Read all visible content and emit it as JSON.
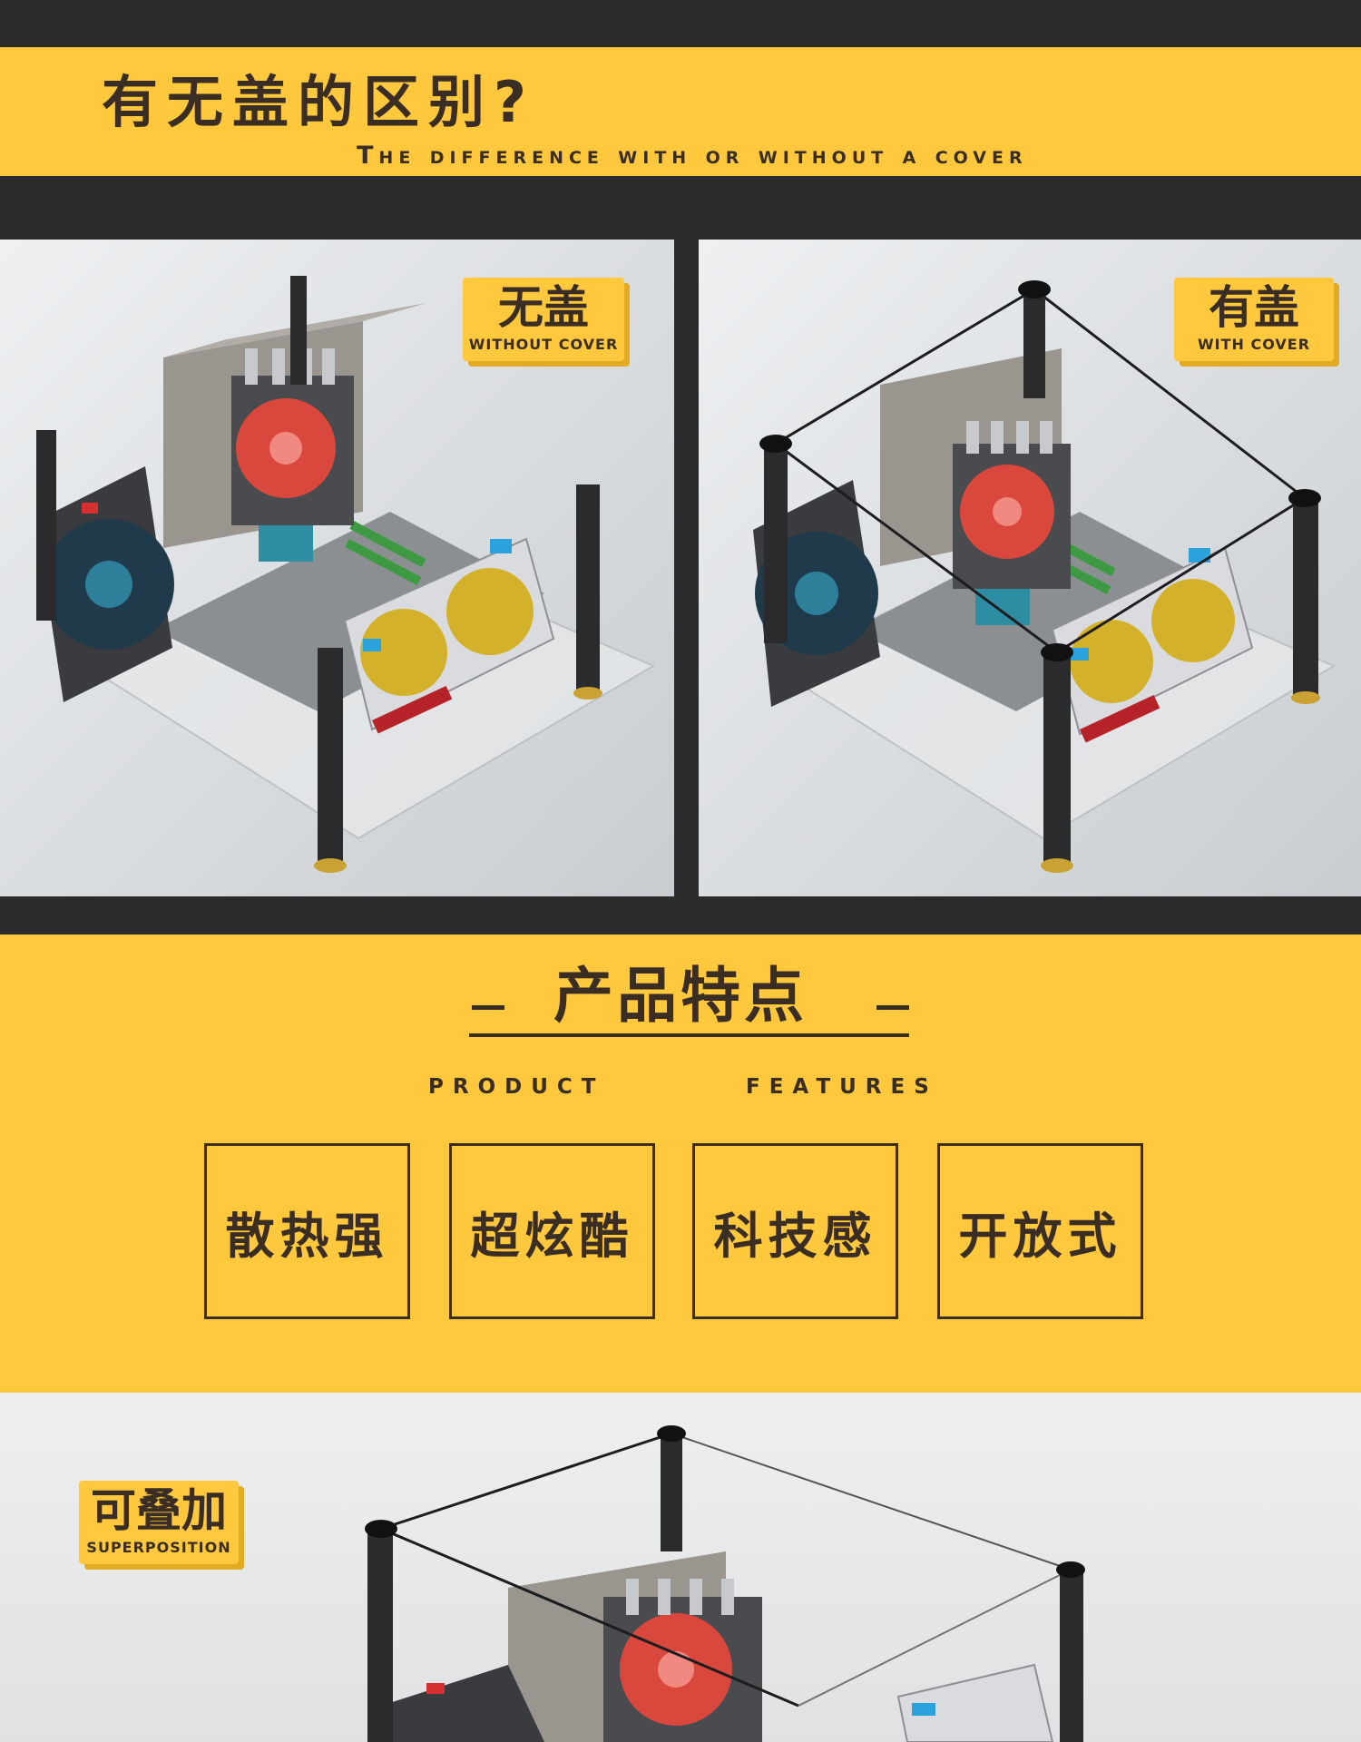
{
  "header": {
    "title_cn": "有无盖的区别?",
    "title_en": "The difference with or without a cover"
  },
  "panels": {
    "left": {
      "badge_cn": "无盖",
      "badge_en": "WITHOUT COVER"
    },
    "right": {
      "badge_cn": "有盖",
      "badge_en": "WITH COVER"
    }
  },
  "features": {
    "title_cn": "产品特点",
    "subtitle_word1": "PRODUCT",
    "subtitle_word2": "FEATURES",
    "items": [
      "散热强",
      "超炫酷",
      "科技感",
      "开放式"
    ]
  },
  "bottom": {
    "badge_cn": "可叠加",
    "badge_en": "SUPERPOSITION"
  },
  "colors": {
    "accent": "#ffc83d",
    "dark": "#2b2b2b",
    "text": "#3a2d23"
  }
}
